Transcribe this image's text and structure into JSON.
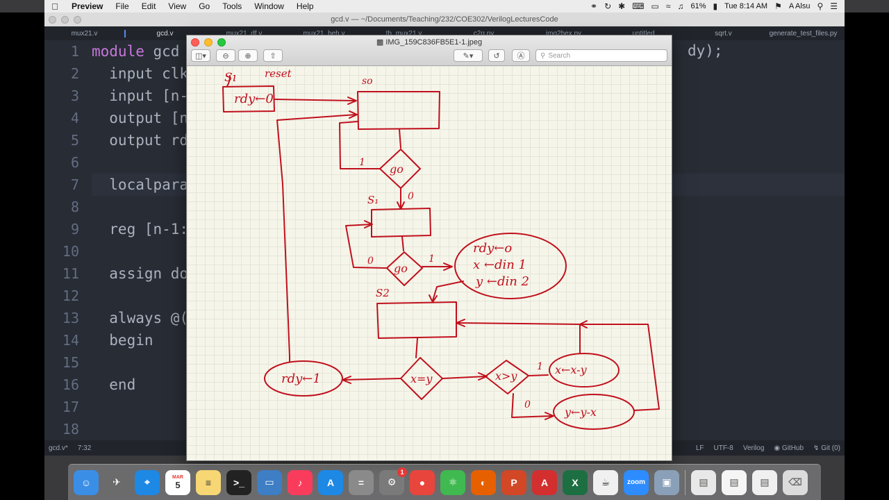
{
  "menubar": {
    "app": "Preview",
    "items": [
      "File",
      "Edit",
      "View",
      "Go",
      "Tools",
      "Window",
      "Help"
    ],
    "battery": "61%",
    "clock": "Tue 8:14 AM",
    "user": "A Alsu"
  },
  "editor": {
    "window_title": "gcd.v — ~/Documents/Teaching/232/COE302/VerilogLecturesCode",
    "tabs": [
      "mux21.v",
      "gcd.v",
      "mux21_df.v",
      "mux21_beh.v",
      "tb_mux21.v",
      "c2q.py",
      "img2hex.py",
      "untitled",
      "sqrt.v",
      "generate_test_files.py"
    ],
    "line_numbers": [
      "1",
      "2",
      "3",
      "4",
      "5",
      "6",
      "7",
      "8",
      "9",
      "10",
      "11",
      "12",
      "13",
      "14",
      "15",
      "16",
      "17",
      "18"
    ],
    "lines": [
      {
        "kw": "module",
        "rest": " gcd"
      },
      {
        "kw": "",
        "rest": "  input clk"
      },
      {
        "kw": "",
        "rest": "  input [n-"
      },
      {
        "kw": "",
        "rest": "  output [n"
      },
      {
        "kw": "",
        "rest": "  output rd"
      },
      {
        "kw": "",
        "rest": ""
      },
      {
        "kw": "",
        "rest": "  localpara"
      },
      {
        "kw": "",
        "rest": ""
      },
      {
        "kw": "",
        "rest": "  reg [n-1:"
      },
      {
        "kw": "",
        "rest": ""
      },
      {
        "kw": "",
        "rest": "  assign do"
      },
      {
        "kw": "",
        "rest": ""
      },
      {
        "kw": "",
        "rest": "  always @("
      },
      {
        "kw": "",
        "rest": "  begin"
      },
      {
        "kw": "",
        "rest": ""
      },
      {
        "kw": "",
        "rest": "  end"
      },
      {
        "kw": "",
        "rest": ""
      },
      {
        "kw": "",
        "rest": ""
      }
    ],
    "line1_tail": "dy);",
    "status_left": [
      "gcd.v*",
      "7:32"
    ],
    "status_right": [
      "LF",
      "UTF-8",
      "Verilog",
      "GitHub",
      "Git (0)"
    ]
  },
  "preview": {
    "title": "IMG_159C836FB5E1-1.jpeg",
    "search_placeholder": "Search",
    "drawing": {
      "state_labels": [
        "Sı",
        "so",
        "S₁",
        "S2"
      ],
      "reset_label": "reset",
      "box_init": "rdy←0",
      "decision_go_1": "go",
      "decision_go_2": "go",
      "edge_1": "1",
      "edge_0": "0",
      "edge_0b": "0",
      "edge_1b": "1",
      "ellipse_load": [
        "rdy←o",
        "x ←din 1",
        "y ←din 2"
      ],
      "decision_eq": "x=y",
      "decision_gt": "x>y",
      "ellipse_done": "rdy←1",
      "ellipse_sub_x": "x←x-y",
      "ellipse_sub_y": "y←y-x",
      "edge_gt_1": "1",
      "edge_gt_0": "0"
    }
  },
  "dock": {
    "apps": [
      {
        "name": "Finder",
        "color": "#3a8ee6",
        "glyph": "☺"
      },
      {
        "name": "Launchpad",
        "color": "#6b6b6b",
        "glyph": "✈"
      },
      {
        "name": "Safari",
        "color": "#1e88e5",
        "glyph": "⌖"
      },
      {
        "name": "Calendar",
        "color": "#ffffff",
        "glyph": "5"
      },
      {
        "name": "Notes",
        "color": "#f7d774",
        "glyph": "≡"
      },
      {
        "name": "Terminal",
        "color": "#222222",
        "glyph": ">_"
      },
      {
        "name": "Keynote",
        "color": "#3d7ec4",
        "glyph": "▭"
      },
      {
        "name": "Music",
        "color": "#fa3c5c",
        "glyph": "♪"
      },
      {
        "name": "App Store",
        "color": "#1e88e5",
        "glyph": "A"
      },
      {
        "name": "Calculator",
        "color": "#8a8a8a",
        "glyph": "="
      },
      {
        "name": "System Preferences",
        "color": "#7a7a7a",
        "glyph": "⚙",
        "badge": "1"
      },
      {
        "name": "Chrome",
        "color": "#e8453c",
        "glyph": "●"
      },
      {
        "name": "Atom",
        "color": "#3fb950",
        "glyph": "⚛"
      },
      {
        "name": "Firefox",
        "color": "#e66000",
        "glyph": "◐"
      },
      {
        "name": "PowerPoint",
        "color": "#d24726",
        "glyph": "P"
      },
      {
        "name": "Acrobat",
        "color": "#d32f2f",
        "glyph": "A"
      },
      {
        "name": "Excel",
        "color": "#1d6f42",
        "glyph": "X"
      },
      {
        "name": "Java",
        "color": "#f0f0f0",
        "glyph": "☕"
      },
      {
        "name": "Zoom",
        "color": "#2d8cff",
        "glyph": "zoom"
      },
      {
        "name": "Preview",
        "color": "#8aa0b8",
        "glyph": "▣"
      }
    ],
    "calendar_month": "MAR"
  }
}
